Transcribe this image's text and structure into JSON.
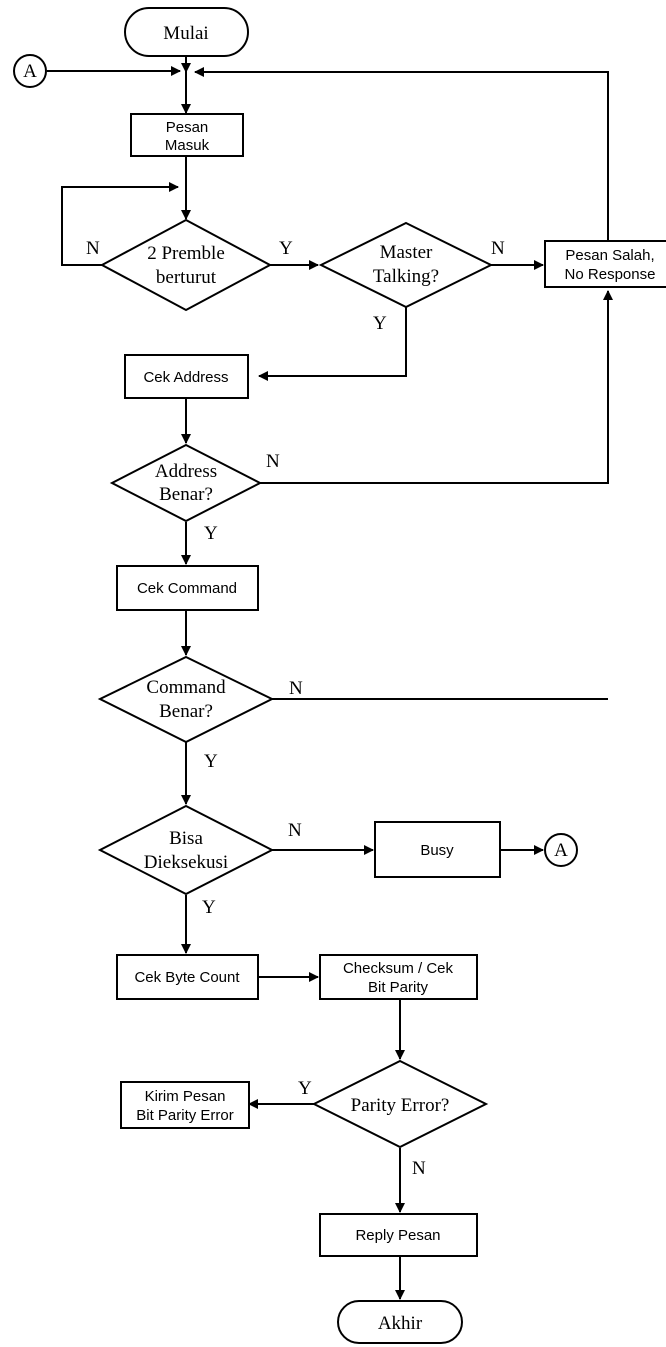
{
  "nodes": {
    "start": "Mulai",
    "pesan_masuk": [
      "Pesan",
      "Masuk"
    ],
    "dec_preamble": [
      "2 Premble",
      "berturut"
    ],
    "dec_master": [
      "Master",
      "Talking?"
    ],
    "pesan_salah": [
      "Pesan Salah,",
      "No Response"
    ],
    "cek_address": "Cek Address",
    "dec_address": [
      "Address",
      "Benar?"
    ],
    "cek_command": "Cek Command",
    "dec_command": [
      "Command",
      "Benar?"
    ],
    "dec_eksekusi": [
      "Bisa",
      "Dieksekusi"
    ],
    "busy": "Busy",
    "cek_byte_count": "Cek Byte Count",
    "checksum": [
      "Checksum / Cek",
      "Bit Parity"
    ],
    "dec_parity": "Parity Error?",
    "kirim_pesan": [
      "Kirim Pesan",
      "Bit Parity Error"
    ],
    "reply": "Reply Pesan",
    "end": "Akhir",
    "connector": "A"
  },
  "edge_labels": {
    "preamble_no": "N",
    "preamble_yes": "Y",
    "master_no": "N",
    "master_yes": "Y",
    "address_no": "N",
    "address_yes": "Y",
    "command_no": "N",
    "command_yes": "Y",
    "eksekusi_no": "N",
    "eksekusi_yes": "Y",
    "parity_yes": "Y",
    "parity_no": "N"
  }
}
